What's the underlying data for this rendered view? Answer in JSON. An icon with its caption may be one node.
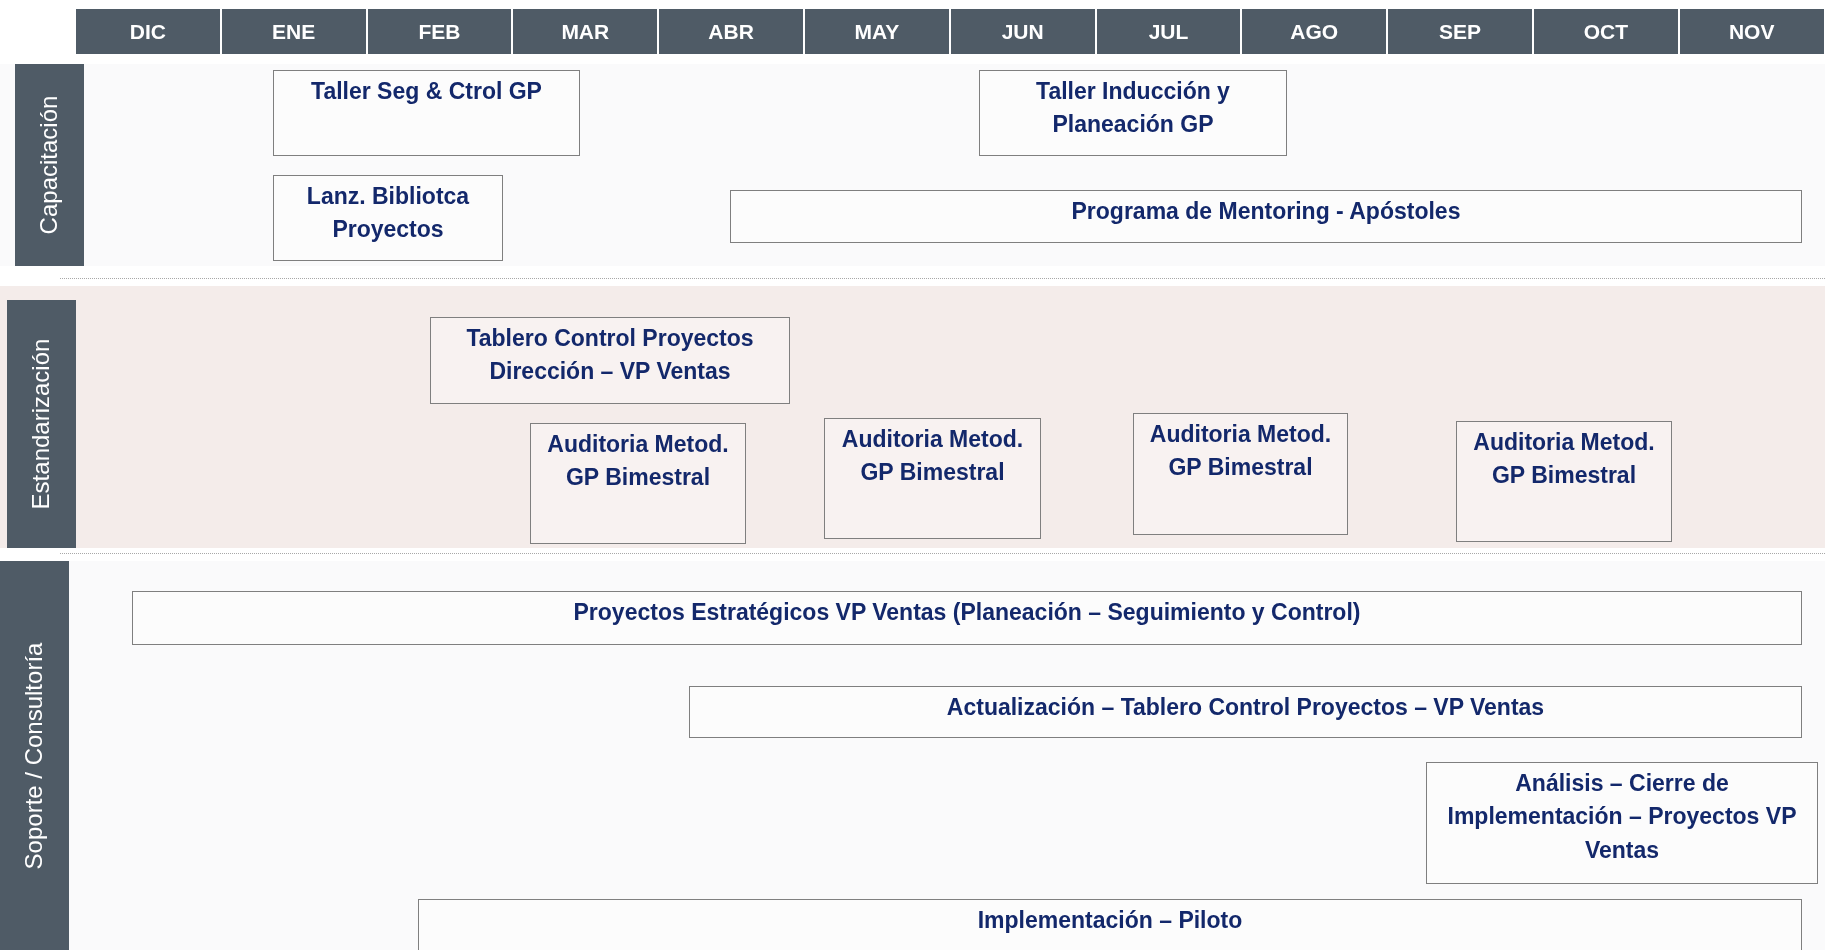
{
  "diagram": {
    "nodes": [
      {
        "text": [
          "Capacitación"
        ]
      },
      {
        "text": [
          "Taller Seg & Ctrol GP"
        ],
        "in": 0
      },
      {
        "text": [
          "Lanz. Bibliotca Proyectos"
        ],
        "in": 0
      },
      {
        "text": [
          "Taller Inducción y Planeación GP"
        ],
        "in": 0
      },
      {
        "text": [
          "Programa de Mentoring - Apóstoles"
        ],
        "in": 0
      },
      {
        "text": [
          "Estandarización"
        ]
      },
      {
        "text": [
          "Tablero Control Proyectos Dirección – VP Ventas"
        ],
        "in": 5
      },
      {
        "text": [
          "Auditoria Metod. GP Bimestral"
        ],
        "in": 5
      },
      {
        "text": [
          "Auditoria Metod. GP Bimestral"
        ],
        "in": 5
      },
      {
        "text": [
          "Auditoria Metod. GP Bimestral"
        ],
        "in": 5
      },
      {
        "text": [
          "Auditoria Metod. GP Bimestral"
        ],
        "in": 5
      },
      {
        "text": [
          "Soporte / Consultoría"
        ]
      },
      {
        "text": [
          "Proyectos Estratégicos VP Ventas (Planeación – Seguimiento y Control)"
        ],
        "in": 11
      },
      {
        "text": [
          "Actualización – Tablero Control Proyectos – VP Ventas"
        ],
        "in": 11
      },
      {
        "text": [
          "Análisis – Cierre de Implementación – Proyectos VP Ventas"
        ],
        "in": 11
      },
      {
        "text": [
          "Implementación – Piloto"
        ],
        "in": 11
      }
    ],
    "labels": [
      "DIC",
      "ENE",
      "FEB",
      "MAR",
      "ABR",
      "MAY",
      "JUN",
      "JUL",
      "AGO",
      "SEP",
      "OCT",
      "NOV"
    ]
  }
}
